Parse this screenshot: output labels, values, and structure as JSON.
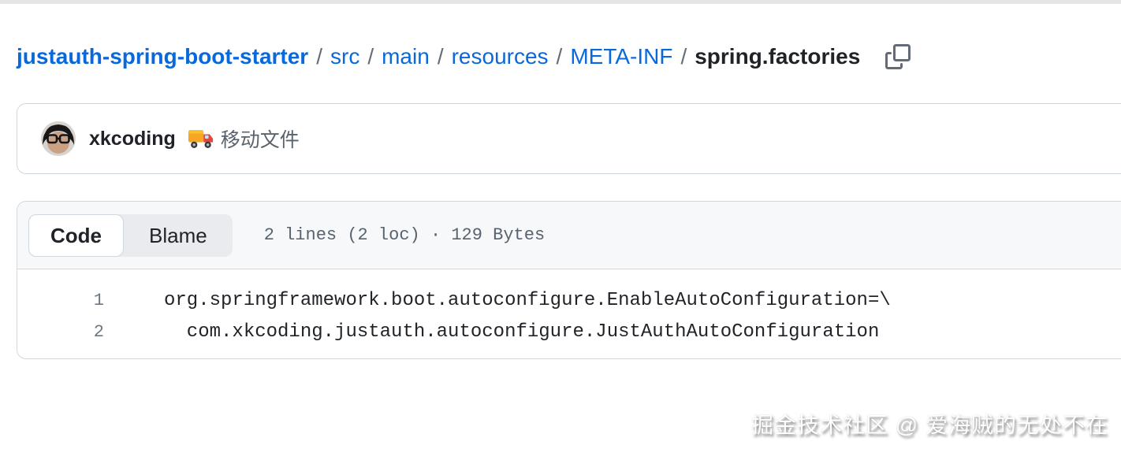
{
  "page": {
    "top_strip_color": "#e5e5e7",
    "background": "#ffffff"
  },
  "breadcrumb": {
    "separator": "/",
    "segments": [
      {
        "label": "justauth-spring-boot-starter",
        "type": "repo-link"
      },
      {
        "label": "src",
        "type": "link"
      },
      {
        "label": "main",
        "type": "link"
      },
      {
        "label": "resources",
        "type": "link"
      },
      {
        "label": "META-INF",
        "type": "link"
      },
      {
        "label": "spring.factories",
        "type": "current-file"
      }
    ],
    "copy_icon": "copy-path-icon"
  },
  "commit": {
    "author": "xkcoding",
    "message_icon": "delivery-truck-icon",
    "message": "移动文件"
  },
  "file_view": {
    "tabs": [
      {
        "label": "Code",
        "selected": true
      },
      {
        "label": "Blame",
        "selected": false
      }
    ],
    "meta": "2 lines (2 loc) · 129 Bytes",
    "code_lines": [
      {
        "number": "1",
        "text": "org.springframework.boot.autoconfigure.EnableAutoConfiguration=\\"
      },
      {
        "number": "2",
        "text": "  com.xkcoding.justauth.autoconfigure.JustAuthAutoConfiguration"
      }
    ]
  },
  "watermark": "掘金技术社区 @ 爱海贼的无处不在",
  "colors": {
    "link_blue": "#0969da",
    "text_dark": "#1f2328",
    "text_muted": "#59636e",
    "border": "#d0d7de",
    "header_bg": "#f6f8fa",
    "pill_bg": "#e9ebef"
  }
}
